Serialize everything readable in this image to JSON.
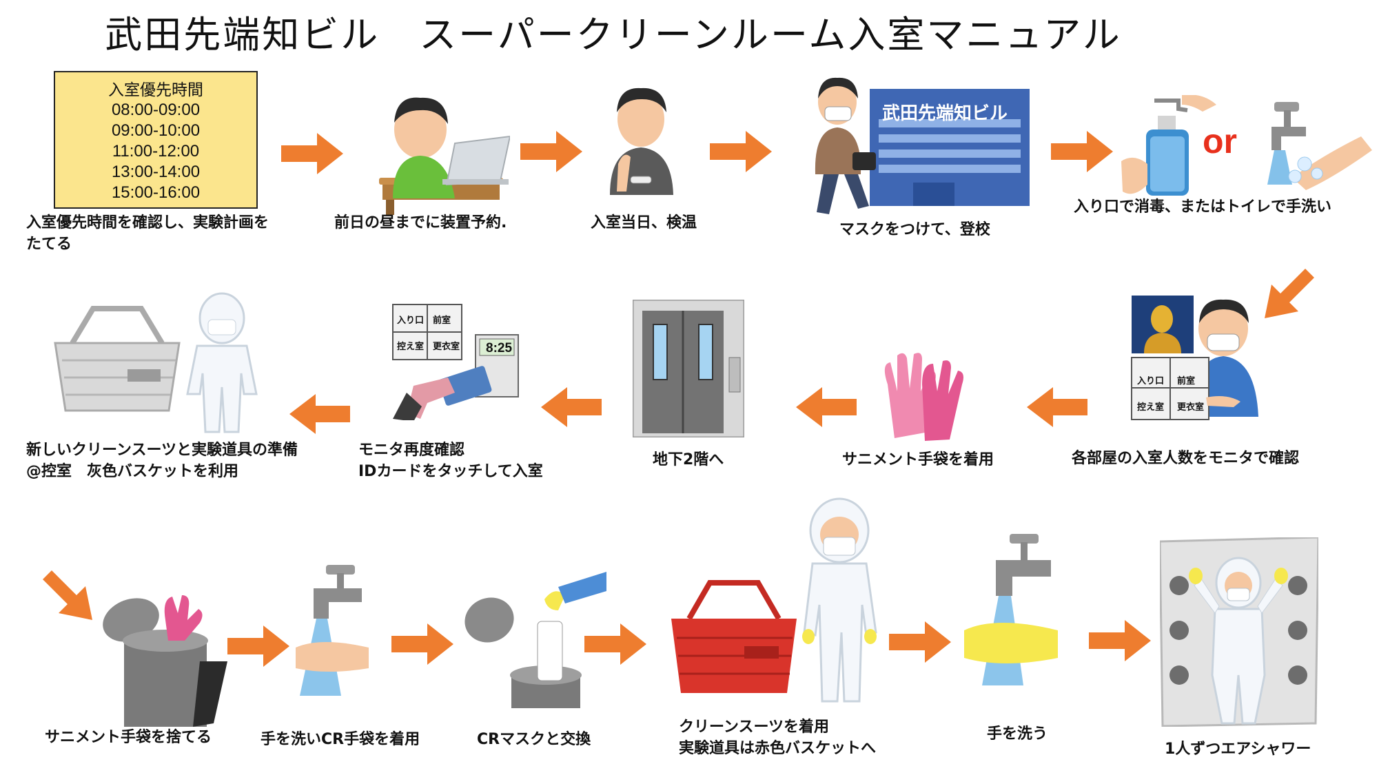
{
  "title": "武田先端知ビル　スーパークリーンルーム入室マニュアル",
  "schedule": {
    "heading": "入室優先時間",
    "slots": [
      "08:00-09:00",
      "09:00-10:00",
      "11:00-12:00",
      "13:00-14:00",
      "15:00-16:00"
    ]
  },
  "steps": {
    "s1": [
      "入室優先時間を確認し、実験計画を",
      "たてる"
    ],
    "s2": [
      "前日の昼までに装置予約."
    ],
    "s3": [
      "入室当日、検温"
    ],
    "s4": [
      "マスクをつけて、登校"
    ],
    "s5": [
      "入り口で消毒、またはトイレで手洗い"
    ],
    "s6": [
      "各部屋の入室人数をモニタで確認"
    ],
    "s7": [
      "サニメント手袋を着用"
    ],
    "s8": [
      "地下2階へ"
    ],
    "s9": [
      "モニタ再度確認",
      "IDカードをタッチして入室"
    ],
    "s10": [
      "新しいクリーンスーツと実験道具の準備",
      "@控室　灰色バスケットを利用"
    ],
    "s11": [
      "サニメント手袋を捨てる"
    ],
    "s12": [
      "手を洗いCR手袋を着用"
    ],
    "s13": [
      "CRマスクと交換"
    ],
    "s14": [
      "クリーンスーツを着用",
      "実験道具は赤色バスケットへ"
    ],
    "s15": [
      "手を洗う"
    ],
    "s16": [
      "1人ずつエアシャワー"
    ]
  },
  "labels": {
    "building_sign": "武田先端知ビル",
    "or": "or",
    "monitor_cells": [
      "入り口",
      "前室",
      "控え室",
      "更衣室"
    ],
    "clock": "8:25"
  },
  "colors": {
    "arrow": "#ee7d2f",
    "schedule_bg": "#fbe58d",
    "or_text": "#e8301c",
    "red_basket": "#d9342b"
  }
}
